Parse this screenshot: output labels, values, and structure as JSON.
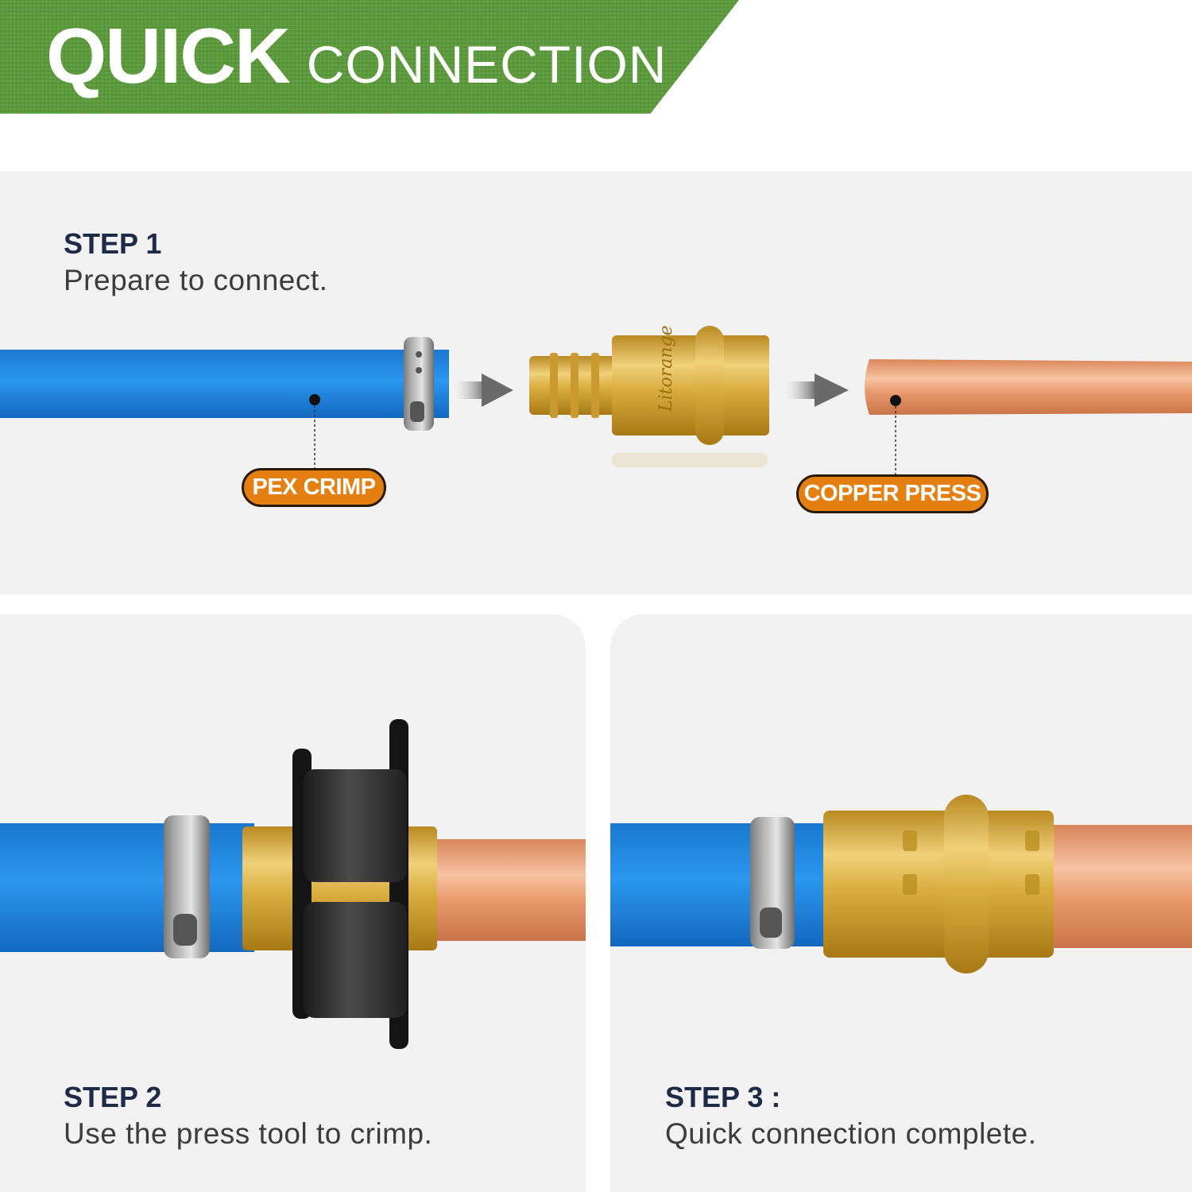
{
  "header": {
    "title_bold": "QUICK",
    "title_light": "CONNECTION"
  },
  "steps": [
    {
      "title": "STEP 1",
      "description": "Prepare to connect."
    },
    {
      "title": "STEP 2",
      "description": "Use the press tool to crimp."
    },
    {
      "title": "STEP 3 :",
      "description": "Quick connection complete."
    }
  ],
  "callouts": {
    "pex": "PEX CRIMP",
    "copper": "COPPER PRESS"
  },
  "fitting_brand": "Litorange",
  "colors": {
    "banner_green": "#5a9a3a",
    "pex_blue": "#1f8de6",
    "copper": "#e49a6e",
    "brass": "#d9b03f",
    "callout_orange": "#e47f12",
    "step_title": "#1e2b47"
  }
}
